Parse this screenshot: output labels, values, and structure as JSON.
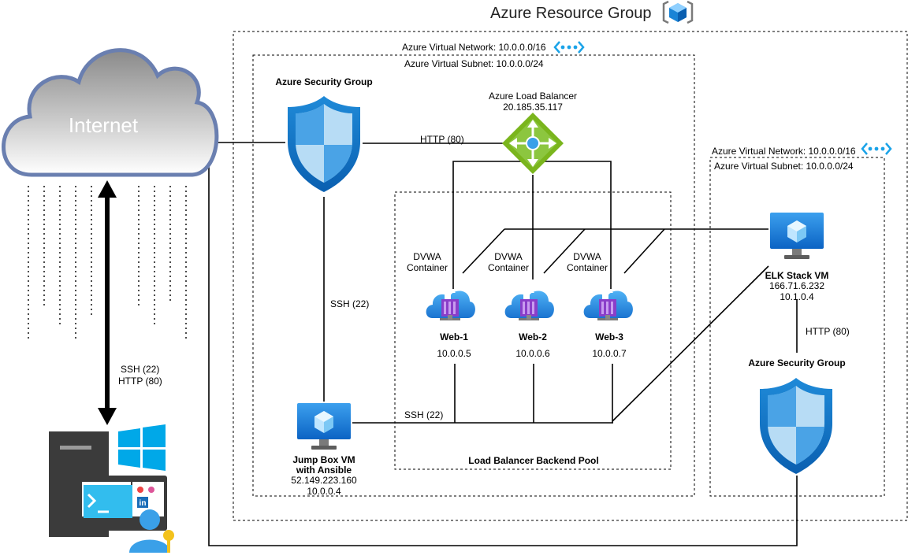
{
  "resource_group": {
    "title": "Azure Resource Group",
    "icon": "resource-group-cube-icon"
  },
  "internet": {
    "label": "Internet",
    "icon": "cloud-icon"
  },
  "client_link": {
    "line1": "SSH (22)",
    "line2": "HTTP (80)"
  },
  "main_vnet": {
    "label": "Azure Virtual Network: 10.0.0.0/16",
    "icon": "vnet-dots-icon"
  },
  "main_subnet": {
    "label": "Azure Virtual Subnet: 10.0.0.0/24"
  },
  "security_group_main": {
    "label": "Azure Security Group",
    "icon": "security-shield-icon"
  },
  "load_balancer": {
    "name": "Azure Load Balancer",
    "ip": "20.185.35.117",
    "icon": "load-balancer-icon"
  },
  "http_link": {
    "label": "HTTP (80)"
  },
  "ssh_link_vertical": {
    "label": "SSH (22)"
  },
  "ssh_link_jump": {
    "label": "SSH (22)"
  },
  "backend_pool": {
    "label": "Load Balancer Backend Pool"
  },
  "web_servers": [
    {
      "container": "DVWA",
      "container2": "Container",
      "name": "Web-1",
      "ip": "10.0.0.5"
    },
    {
      "container": "DVWA",
      "container2": "Container",
      "name": "Web-2",
      "ip": "10.0.0.6"
    },
    {
      "container": "DVWA",
      "container2": "Container",
      "name": "Web-3",
      "ip": "10.0.0.7"
    }
  ],
  "jump_box": {
    "name1": "Jump Box VM",
    "name2": "with Ansible",
    "public_ip": "52.149.223.160",
    "private_ip": "10.0.0.4",
    "icon": "virtual-machine-icon"
  },
  "elk_vnet": {
    "label": "Azure Virtual Network: 10.0.0.0/16",
    "icon": "vnet-dots-icon"
  },
  "elk_subnet": {
    "label": "Azure Virtual Subnet: 10.0.0.0/24"
  },
  "elk_vm": {
    "name": "ELK Stack VM",
    "public_ip": "166.71.6.232",
    "private_ip": "10.1.0.4",
    "icon": "virtual-machine-icon"
  },
  "elk_http": {
    "label": "HTTP (80)"
  },
  "security_group_elk": {
    "label": "Azure Security Group",
    "icon": "security-shield-icon"
  },
  "workstation": {
    "icon": "admin-workstation-icon",
    "windows_icon": "windows-logo-icon",
    "badge": "in"
  },
  "colors": {
    "azure_blue": "#0078d4",
    "lb_green": "#7ab51d",
    "cloud_blue": "#6a7fb0",
    "container_purple": "#8a3ec9"
  }
}
